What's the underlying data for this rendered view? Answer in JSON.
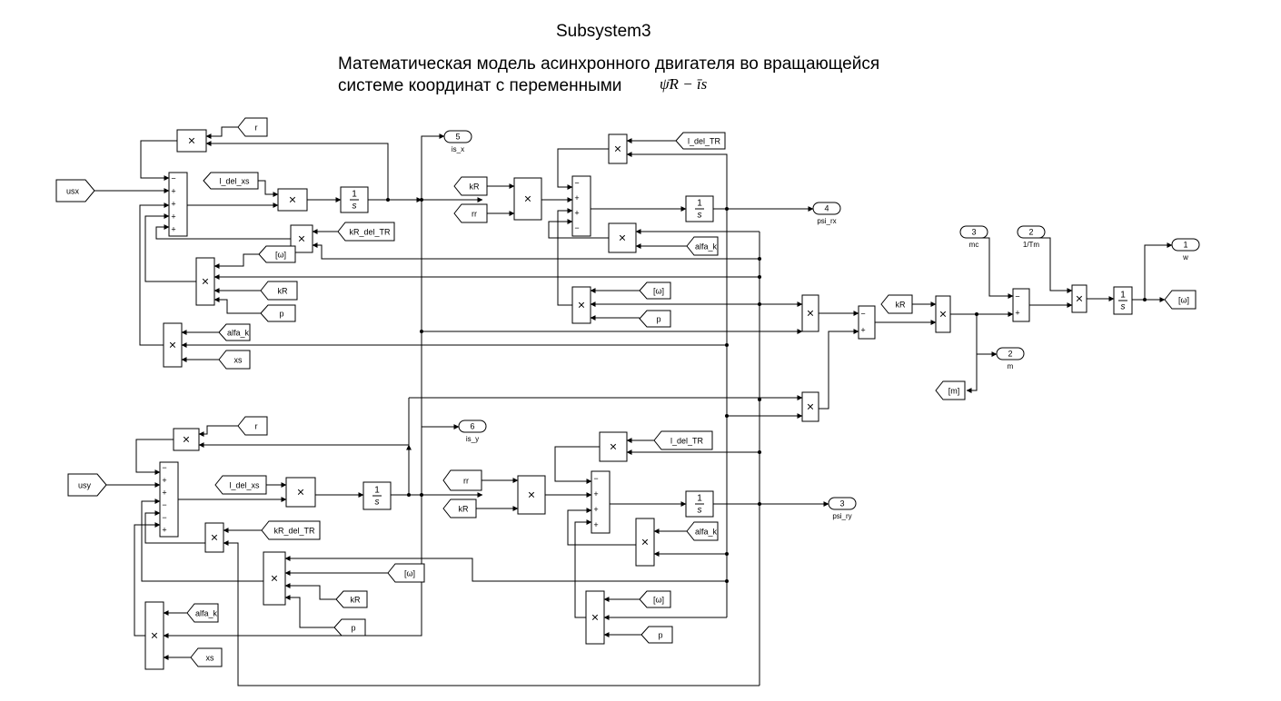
{
  "header": {
    "subsystem": "Subsystem3",
    "line1": "Математическая модель асинхронного двигателя во вращающейся",
    "line2": "системе координат с переменными",
    "formula": "ψ̄R − īs"
  },
  "labels": {
    "usx": "usx",
    "usy": "usy",
    "r": "r",
    "rr": "rr",
    "kR": "kR",
    "p": "p",
    "xs": "xs",
    "alfa_k": "alfa_k",
    "l_del_xs": "l_del_xs",
    "kR_del_TR": "kR_del_TR",
    "l_del_TR": "l_del_TR",
    "w_tag": "[ω]",
    "m_tag": "[m]"
  },
  "ports": {
    "is_x": {
      "num": "5",
      "name": "is_x"
    },
    "is_y": {
      "num": "6",
      "name": "is_y"
    },
    "psi_rx": {
      "num": "4",
      "name": "psi_rx"
    },
    "psi_ry": {
      "num": "3",
      "name": "psi_ry"
    },
    "w": {
      "num": "1",
      "name": "w"
    },
    "m": {
      "num": "2",
      "name": "m"
    },
    "mc": {
      "num": "3",
      "name": "mc"
    },
    "one_Tm": {
      "num": "2",
      "name": "1/Tm"
    }
  },
  "symbols": {
    "product": "×",
    "integ_num": "1",
    "integ_den": "s",
    "plus": "+",
    "minus": "−"
  }
}
